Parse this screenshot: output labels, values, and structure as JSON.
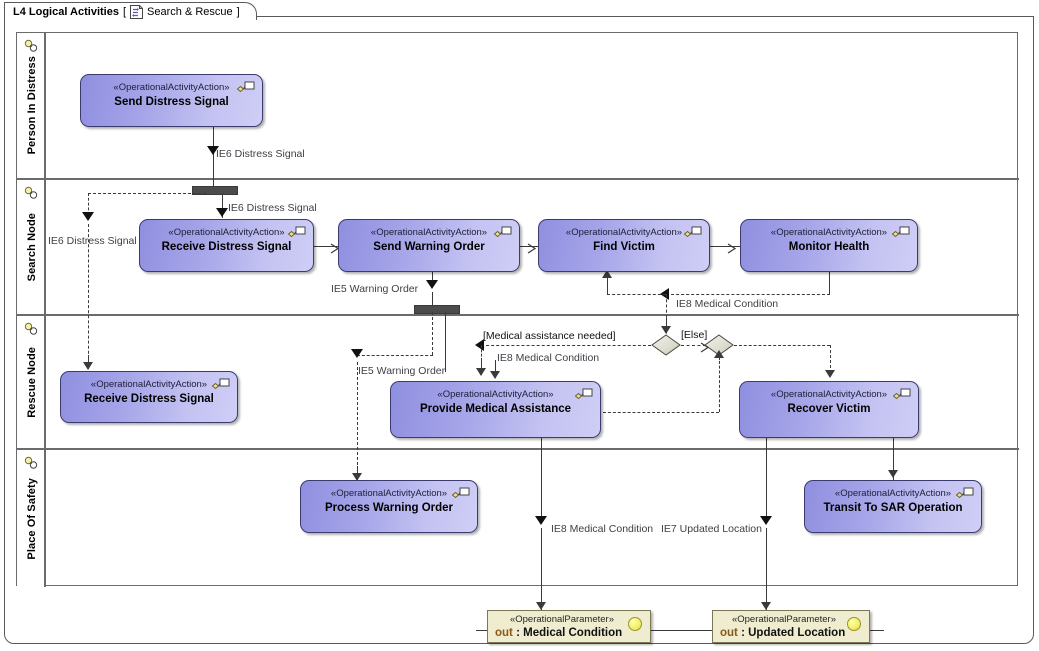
{
  "diagram": {
    "frame_label": "L4 Logical Activities",
    "frame_open_bracket": "[",
    "frame_context": "Search & Rescue",
    "frame_close_bracket": "]",
    "frame_icon": "activity-diagram-icon",
    "stereotype_action": "«OperationalActivityAction»",
    "stereotype_parameter": "«OperationalParameter»",
    "colors": {
      "action_fill_dark": "#8f8fe0",
      "action_fill_light": "#cfcef6",
      "action_border": "#3b3b6e",
      "parameter_fill": "#efecd0",
      "parameter_border": "#7c7753",
      "parameter_dir_text": "#8a5a16",
      "decision_fill": "#dcdcd0",
      "bar_fill": "#4c4c4c",
      "edge": "#3a3a3a",
      "label_text": "#3f3f46",
      "frame_border": "#5a5a5a"
    }
  },
  "lanes": [
    {
      "name": "Person In Distress",
      "icon": "role-part-icon"
    },
    {
      "name": "Search Node",
      "icon": "role-part-icon"
    },
    {
      "name": "Rescue Node",
      "icon": "role-part-icon"
    },
    {
      "name": "Place Of Safety",
      "icon": "role-part-icon"
    }
  ],
  "actions": [
    {
      "id": "send-distress-signal",
      "name": "Send Distress Signal",
      "lane": "Person In Distress"
    },
    {
      "id": "receive-distress-signal-search",
      "name": "Receive Distress Signal",
      "lane": "Search Node"
    },
    {
      "id": "send-warning-order",
      "name": "Send Warning Order",
      "lane": "Search Node"
    },
    {
      "id": "find-victim",
      "name": "Find Victim",
      "lane": "Search Node"
    },
    {
      "id": "monitor-health",
      "name": "Monitor Health",
      "lane": "Search Node"
    },
    {
      "id": "receive-distress-signal-rescue",
      "name": "Receive Distress Signal",
      "lane": "Rescue Node"
    },
    {
      "id": "provide-medical-assistance",
      "name": "Provide Medical Assistance",
      "lane": "Rescue Node"
    },
    {
      "id": "recover-victim",
      "name": "Recover Victim",
      "lane": "Rescue Node"
    },
    {
      "id": "process-warning-order",
      "name": "Process Warning Order",
      "lane": "Place Of Safety"
    },
    {
      "id": "transit-to-sar-operation",
      "name": "Transit To SAR Operation",
      "lane": "Place Of Safety"
    }
  ],
  "parameters": [
    {
      "id": "out-medical-condition",
      "direction": "out",
      "name": ": Medical Condition"
    },
    {
      "id": "out-updated-location",
      "direction": "out",
      "name": ": Updated Location"
    }
  ],
  "flow_labels": {
    "ie6_distress_top": "IE6 Distress Signal",
    "ie6_distress_mid": "IE6 Distress Signal",
    "ie6_distress_left": "IE6 Distress Signal",
    "ie5_warning_search": "IE5 Warning Order",
    "ie5_warning_rescue": "IE5 Warning Order",
    "ie8_medical_monitor": "IE8 Medical Condition",
    "ie8_medical_decision": "IE8 Medical Condition",
    "ie8_medical_out": "IE8 Medical Condition",
    "ie7_updated_out": "IE7 Updated Location"
  },
  "guards": {
    "medical_assistance_needed": "[Medical assistance needed]",
    "else": "[Else]"
  }
}
